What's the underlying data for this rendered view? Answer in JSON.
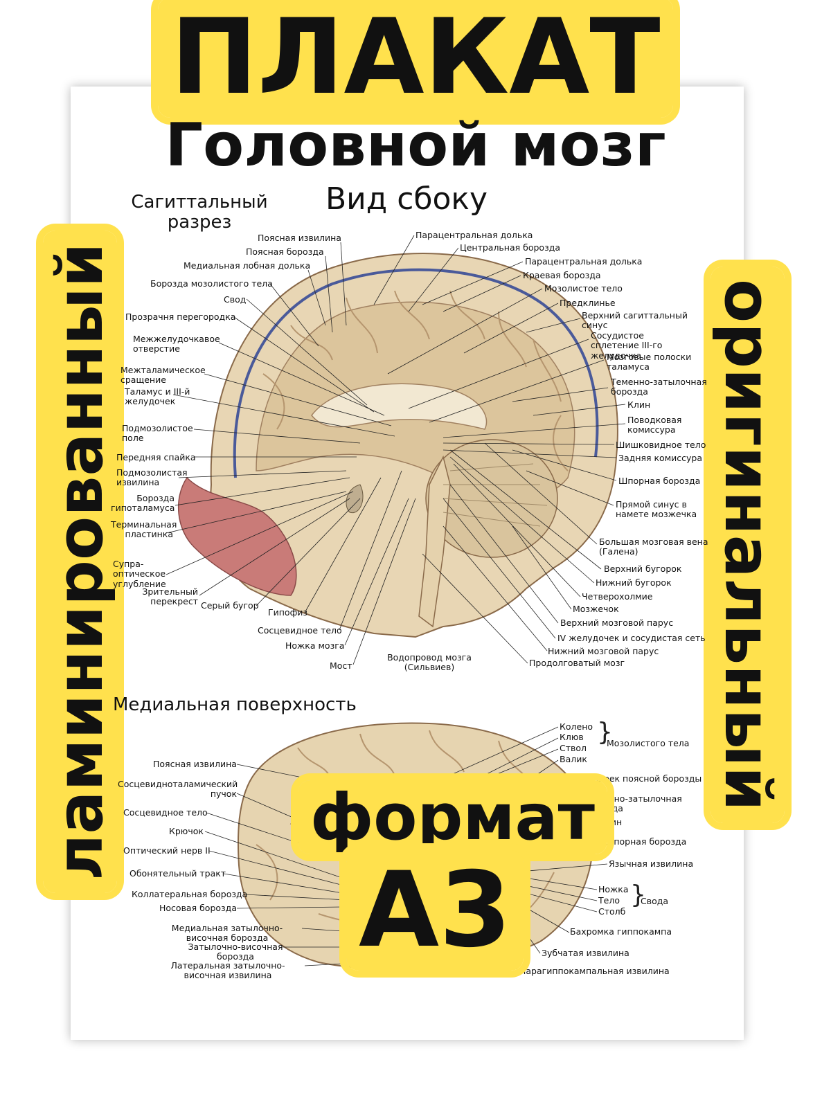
{
  "promo": {
    "top": "ПЛАКАТ",
    "left_vertical": "ламинированный",
    "right_vertical": "оригинальный",
    "format_word": "формат",
    "format_value": "А3"
  },
  "poster": {
    "title": "Головной мозг",
    "subtitle": "Вид сбоку",
    "section1_heading": "Сагиттальный разрез",
    "section2_heading": "Медиальная поверхность",
    "sag_labels_left": [
      "Поясная извилина",
      "Поясная борозда",
      "Медиальная лобная долька",
      "Борозда мозолистого тела",
      "Свод",
      "Прозрачня перегородка",
      "Межжелудочкавое отверстие",
      "Межталамическое сращение",
      "Таламус и III-й желудочек",
      "Подмозолистое поле",
      "Передняя спайка",
      "Подмозолистая извилина",
      "Борозда гипоталамуса",
      "Терминальная пластинка",
      "Супра-оптическое углубление",
      "Зрительный перекрест",
      "Серый бугор",
      "Гипофиз",
      "Сосцевидное тело",
      "Ножка мозга",
      "Мост",
      "Водопровод мозга (Сильвиев)"
    ],
    "sag_labels_right": [
      "Парацентральная долька",
      "Центральная борозда",
      "Парацентральная долька",
      "Краевая борозда",
      "Мозолистое тело",
      "Предклинье",
      "Верхний сагиттальный синус",
      "Сосудистое сплетение III-го желудочка",
      "Мозговые полоски таламуса",
      "Теменно-затылочная борозда",
      "Клин",
      "Поводковая комиссура",
      "Шишковидное тело",
      "Задняя комиссура",
      "Шпорная борозда",
      "Прямой синус в намете мозжечка",
      "Большая мозговая вена (Галена)",
      "Верхний бугорок",
      "Нижний бугорок",
      "Четверохолмие",
      "Мозжечок",
      "Верхний мозговой парус",
      "IV желудочек и сосудистая сеть",
      "Нижний мозговой парус",
      "Продолговатый мозг"
    ],
    "med_labels_left": [
      "Поясная извилина",
      "Сосцевидноталамический пучок",
      "Сосцевидное тело",
      "Крючок",
      "Оптический нерв II",
      "Обонятельный тракт",
      "Коллатеральная борозда",
      "Носовая борозда",
      "Медиальная затылочно-височная борозда",
      "Затылочно-височная борозда",
      "Латеральная затылочно-височная извилина"
    ],
    "med_labels_right": [
      "Колено",
      "Клюв",
      "Ствол",
      "Валик",
      "Мозолистого тела",
      "Перешеек поясной борозды",
      "Теменно-затылочная борозда",
      "Клин",
      "Шпорная борозда",
      "Язычная извилина",
      "Ножка",
      "Тело",
      "Столб",
      "Свода",
      "Бахромка гиппокампа",
      "Зубчатая извилина",
      "Парагиппокампальная извилина"
    ]
  }
}
